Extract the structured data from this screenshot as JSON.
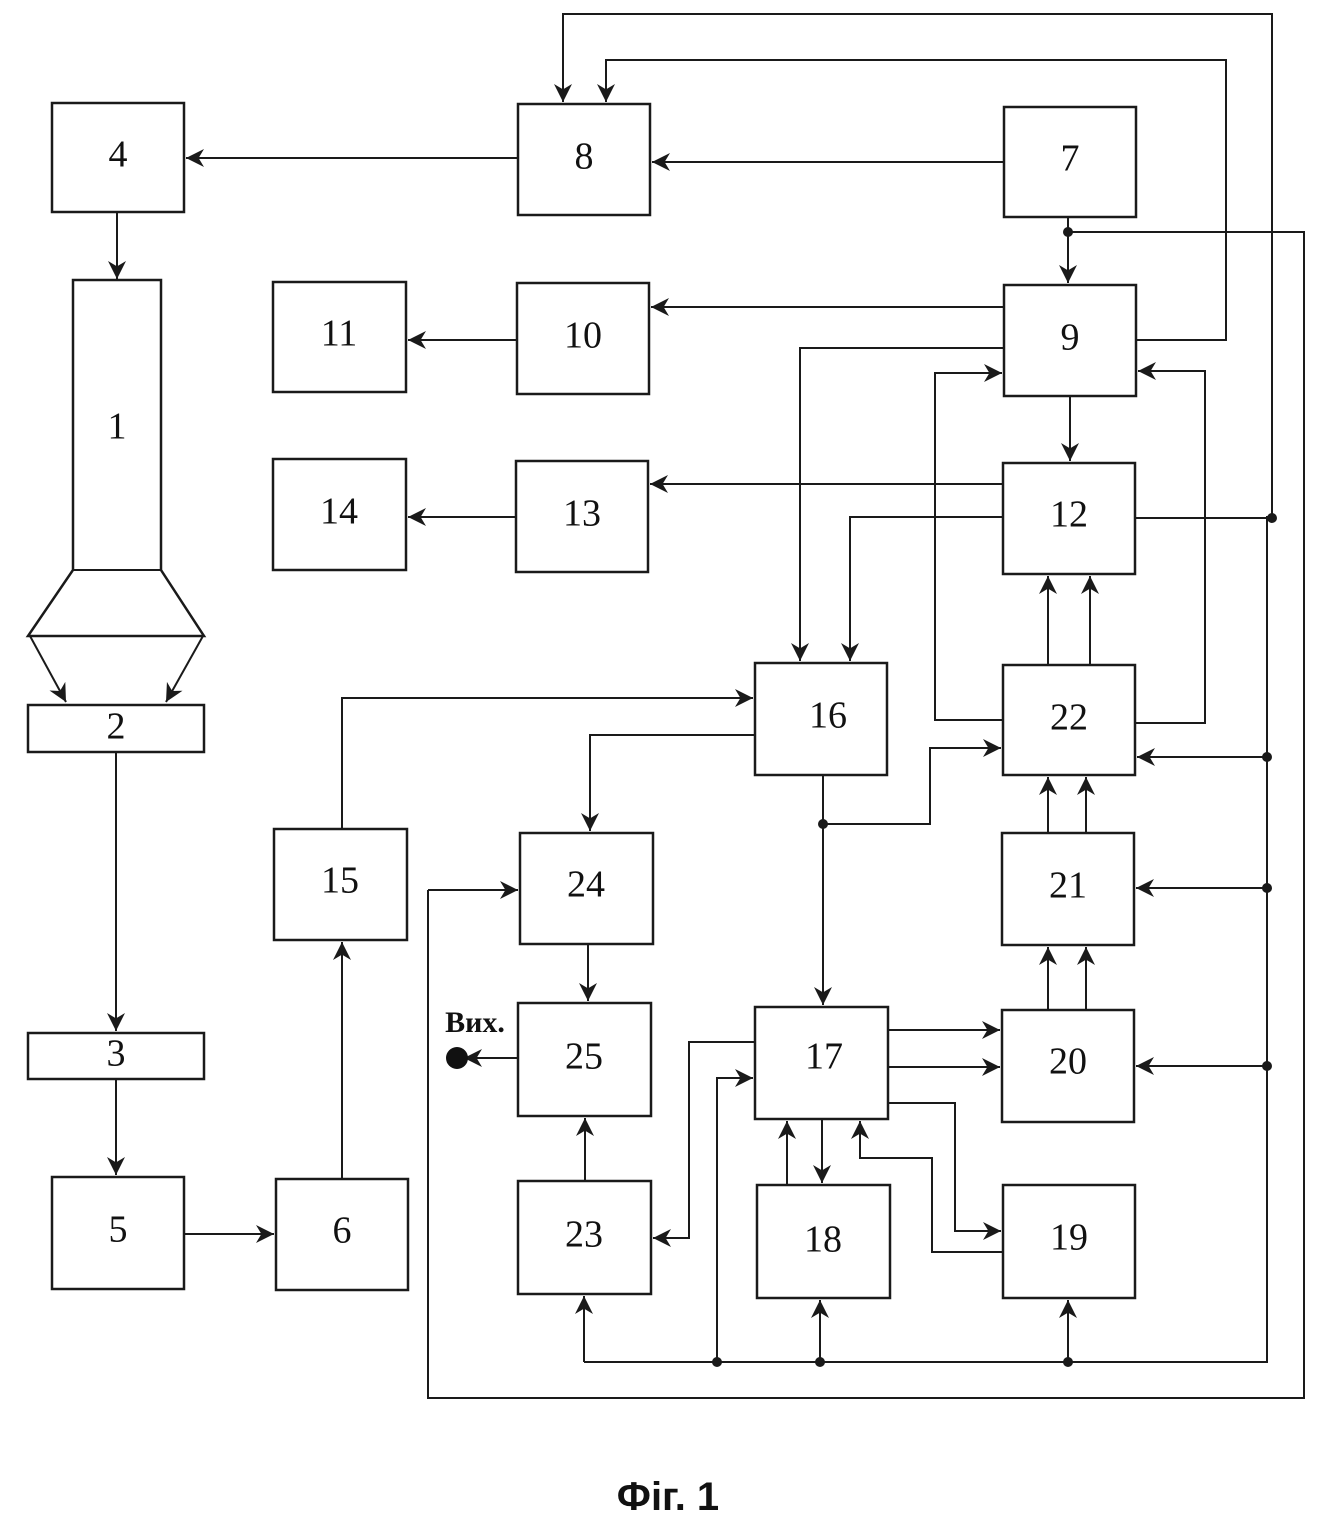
{
  "diagram": {
    "blocks": {
      "b1": "1",
      "b2": "2",
      "b3": "3",
      "b4": "4",
      "b5": "5",
      "b6": "6",
      "b7": "7",
      "b8": "8",
      "b9": "9",
      "b10": "10",
      "b11": "11",
      "b12": "12",
      "b13": "13",
      "b14": "14",
      "b15": "15",
      "b16": "16",
      "b17": "17",
      "b18": "18",
      "b19": "19",
      "b20": "20",
      "b21": "21",
      "b22": "22",
      "b23": "23",
      "b24": "24",
      "b25": "25"
    },
    "output_label": "Вих.",
    "caption": "Фіг. 1",
    "line_color": "#1a1a1a"
  }
}
